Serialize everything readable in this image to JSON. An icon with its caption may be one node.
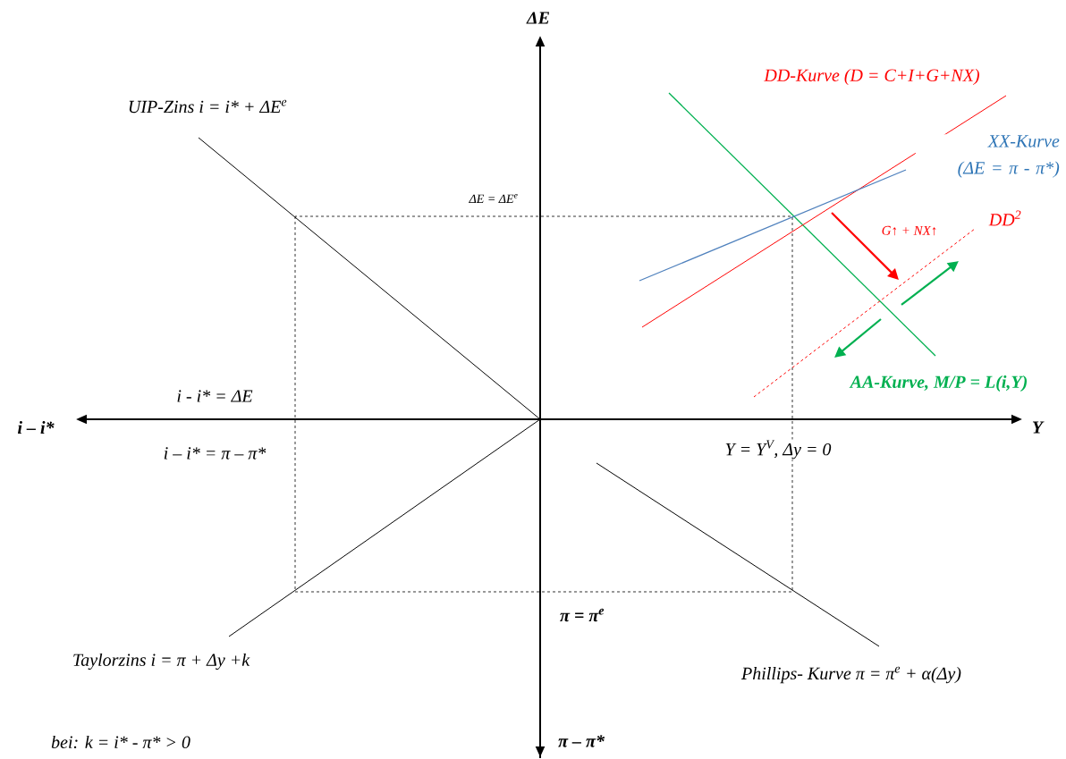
{
  "diagram": {
    "labels": [
      "ΔE",
      "DD-Kurve (D = C+I+G+NX)",
      "UIP-Zins  i = i* + ΔE$^{e}$",
      "XX-Kurve (ΔE = π - π*)",
      "ΔE = ΔE$^{e}$",
      "G↑ + NX↑",
      "DD$^{2}$",
      "i - i* = ΔE",
      "AA-Kurve, M/P = L(i,Y)",
      "i – i*",
      "Y",
      "i – i* = π – π*",
      "Y = Y$^{V}$, Δy = 0",
      "π = π$^{e}$",
      "Taylorzins i = π  + Δy +k",
      "Phillips- Kurve  π = π$^{e}$ + α(Δy)",
      "bei: k =  i* - π* > 0",
      "π – π*"
    ]
  }
}
